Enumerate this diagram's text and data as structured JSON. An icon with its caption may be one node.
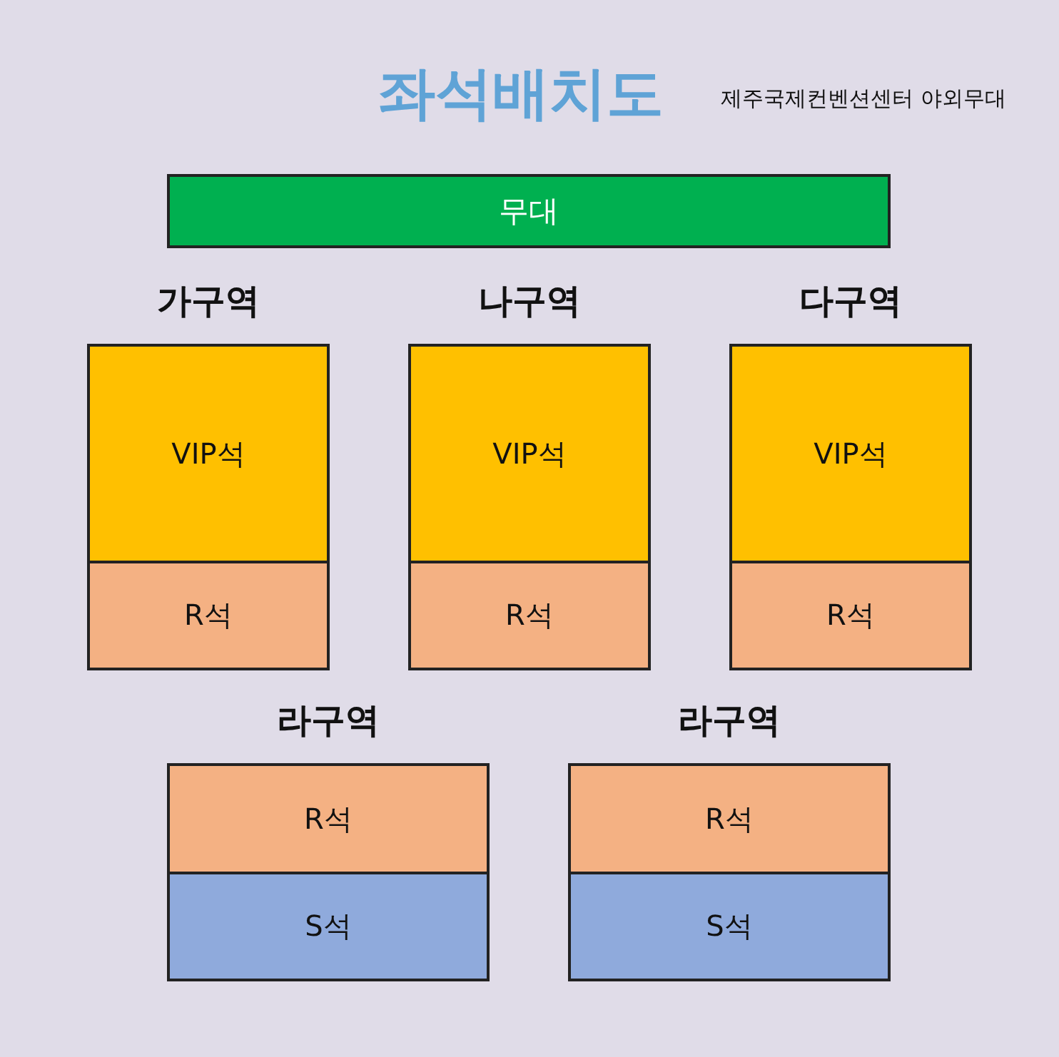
{
  "diagram": {
    "title": "좌석배치도",
    "nodes": [
      {
        "text": [
          "무대"
        ]
      },
      {
        "text": [
          "가구역"
        ]
      },
      {
        "text": [
          "VIP석"
        ],
        "in": 1
      },
      {
        "text": [
          "R석"
        ],
        "in": 1
      },
      {
        "text": [
          "나구역"
        ]
      },
      {
        "text": [
          "VIP석"
        ],
        "in": 4
      },
      {
        "text": [
          "R석"
        ],
        "in": 4
      },
      {
        "text": [
          "다구역"
        ]
      },
      {
        "text": [
          "VIP석"
        ],
        "in": 7
      },
      {
        "text": [
          "R석"
        ],
        "in": 7
      },
      {
        "text": [
          "라구역"
        ]
      },
      {
        "text": [
          "R석"
        ],
        "in": 10
      },
      {
        "text": [
          "S석"
        ],
        "in": 10
      },
      {
        "text": [
          "라구역"
        ]
      },
      {
        "text": [
          "R석"
        ],
        "in": 13
      },
      {
        "text": [
          "S석"
        ],
        "in": 13
      }
    ],
    "labels": [
      "제주국제컨벤션센터 야외무대"
    ]
  }
}
